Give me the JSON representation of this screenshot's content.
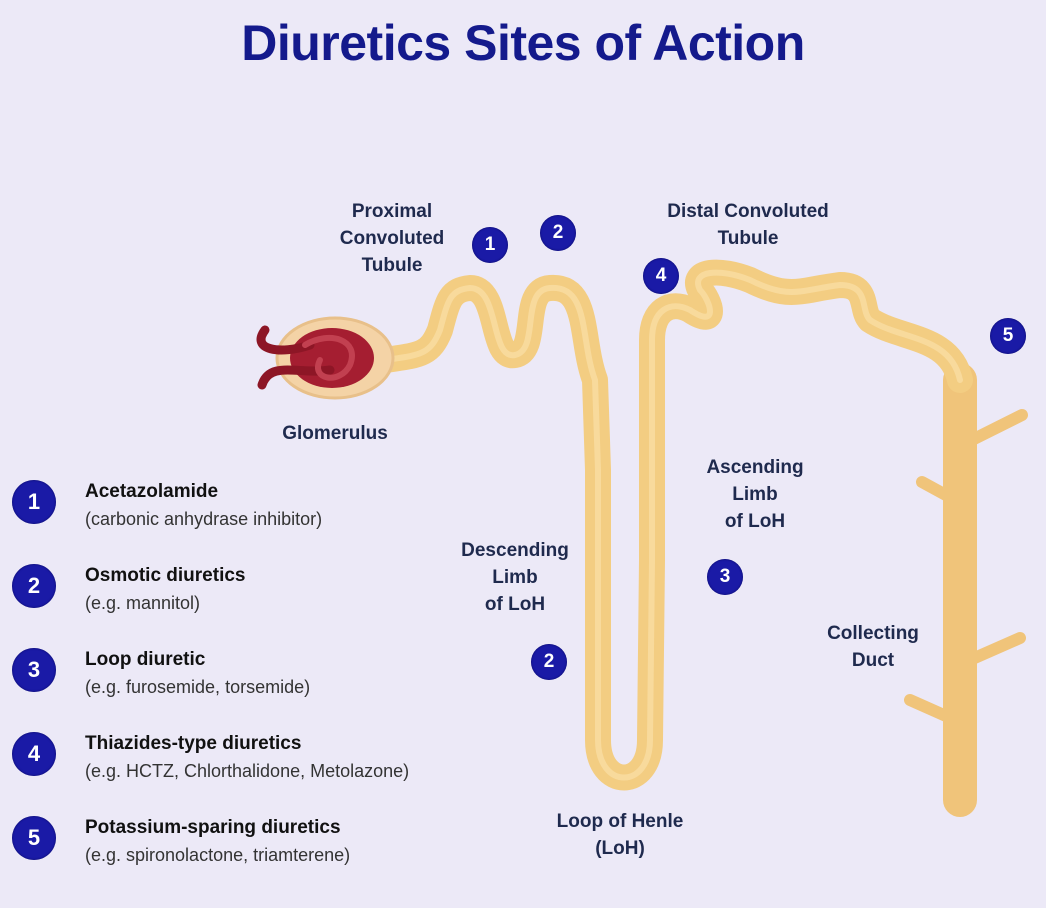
{
  "title": "Diuretics Sites of Action",
  "colors": {
    "background": "#ece9f7",
    "title": "#141a8c",
    "badge": "#1a1aa6",
    "tubule": "#f3cd82",
    "glomerulus": "#9c1c2c"
  },
  "labels": {
    "pct": "Proximal\nConvoluted\nTubule",
    "glomerulus": "Glomerulus",
    "dct": "Distal Convoluted\nTubule",
    "ascending": "Ascending\nLimb\nof LoH",
    "descending": "Descending\nLimb\nof LoH",
    "loop": "Loop of Henle\n(LoH)",
    "collecting": "Collecting\nDuct"
  },
  "site_badges": {
    "pct_1": "1",
    "pct_2": "2",
    "dct_4": "4",
    "collecting_5": "5",
    "ascending_3": "3",
    "descending_2": "2"
  },
  "legend": [
    {
      "number": "1",
      "name": "Acetazolamide",
      "desc": "(carbonic anhydrase inhibitor)"
    },
    {
      "number": "2",
      "name": "Osmotic diuretics",
      "desc": "(e.g. mannitol)"
    },
    {
      "number": "3",
      "name": "Loop diuretic",
      "desc": "(e.g. furosemide, torsemide)"
    },
    {
      "number": "4",
      "name": "Thiazides-type diuretics",
      "desc": "(e.g. HCTZ, Chlorthalidone, Metolazone)"
    },
    {
      "number": "5",
      "name": "Potassium-sparing diuretics",
      "desc": "(e.g. spironolactone, triamterene)"
    }
  ]
}
